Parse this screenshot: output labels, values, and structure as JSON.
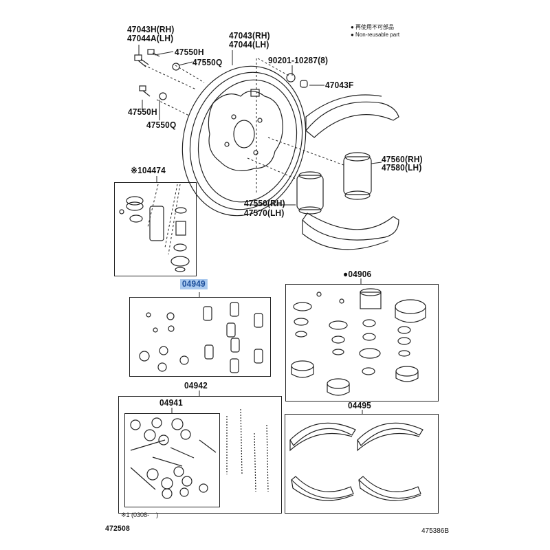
{
  "legend": {
    "jp": "● 再使用不可部品",
    "en": "● Non-reusable part"
  },
  "labels": {
    "p47043H": "47043H(RH)",
    "p47044A": "47044A(LH)",
    "p47043": "47043(RH)",
    "p47044": "47044(LH)",
    "p47550H_a": "47550H",
    "p47550Q_a": "47550Q",
    "p90201": "90201-10287(8)",
    "p47043F": "47043F",
    "p47550H_b": "47550H",
    "p47550Q_b": "47550Q",
    "p04474": "※104474",
    "p47560": "47560(RH)",
    "p47580": "47580(LH)",
    "p47550": "47550(RH)",
    "p47570": "47570(LH)",
    "p04949": "04949",
    "p04906": "●04906",
    "p04942": "04942",
    "p04941": "04941",
    "p04495": "04495"
  },
  "footnote": "※1 (0308-    )",
  "figure_id": "472508",
  "catalog_id": "475386B",
  "highlight_color": "#a9c9ef"
}
